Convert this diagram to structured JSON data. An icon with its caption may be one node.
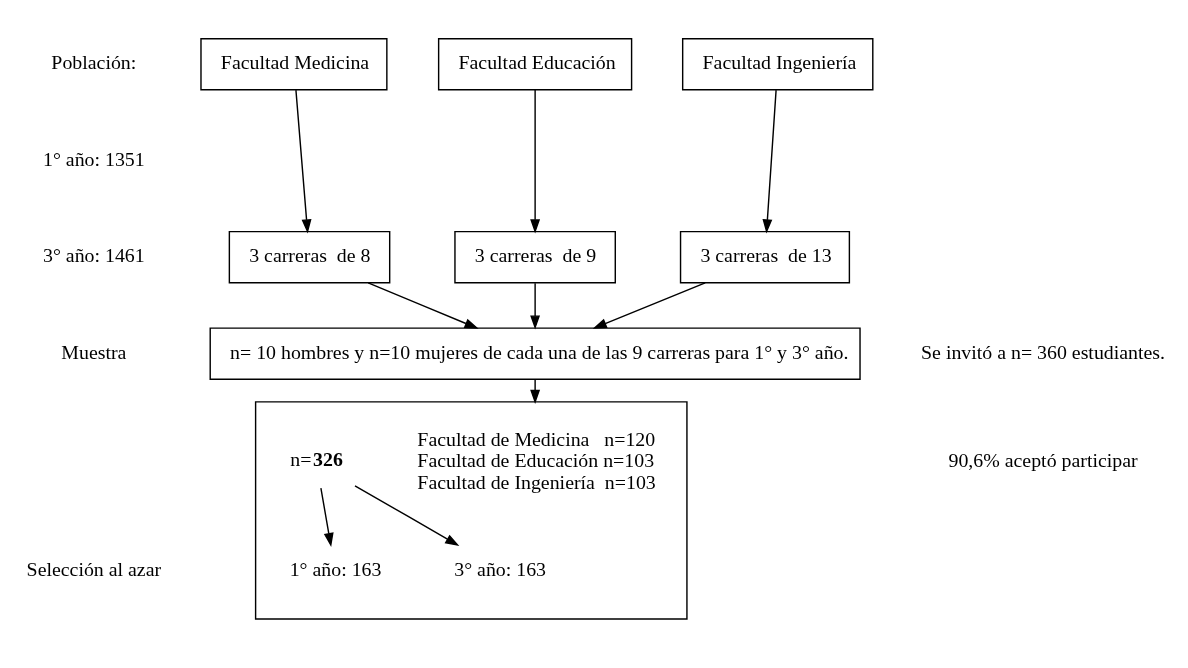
{
  "diagram": {
    "nodes": [
      {
        "text": [
          "Facultad Medicina"
        ]
      },
      {
        "text": [
          "Facultad Educación"
        ]
      },
      {
        "text": [
          "Facultad Ingeniería"
        ]
      },
      {
        "text": [
          "3 carreras  de 8"
        ]
      },
      {
        "text": [
          "3 carreras  de 9"
        ]
      },
      {
        "text": [
          "3 carreras  de 13"
        ]
      },
      {
        "text": [
          "n= 10 hombres y n=10 mujeres de cada una de las 9 carreras para 1° y 3° año."
        ]
      },
      {
        "text": [],
        "shape": "box"
      },
      {
        "text": [
          "Facultad de Medicina   n=120",
          "Facultad de Educación n=103",
          "Facultad de Ingeniería  n=103"
        ],
        "in": 7
      },
      {
        "text": [
          "n=**326**"
        ],
        "in": 7
      },
      {
        "text": [
          "1° año: 163"
        ],
        "in": 7
      },
      {
        "text": [
          "3° año: 163"
        ],
        "in": 7
      }
    ],
    "edges": [
      {
        "from": 0,
        "to": 3,
        "arrow": "to"
      },
      {
        "from": 1,
        "to": 4,
        "arrow": "to"
      },
      {
        "from": 2,
        "to": 5,
        "arrow": "to"
      },
      {
        "from": 3,
        "to": 6,
        "arrow": "to"
      },
      {
        "from": 4,
        "to": 6,
        "arrow": "to"
      },
      {
        "from": 5,
        "to": 6,
        "arrow": "to"
      },
      {
        "from": 6,
        "to": 7,
        "arrow": "to"
      },
      {
        "from": 9,
        "to": 10,
        "arrow": "to"
      },
      {
        "from": 9,
        "to": 11,
        "arrow": "to"
      }
    ],
    "labels": [
      "Población:",
      "1° año: 1351",
      "3° año: 1461",
      "Muestra",
      "Se invitó a n= 360 estudiantes.",
      "90,6% aceptó participar",
      "Selección al azar"
    ]
  }
}
